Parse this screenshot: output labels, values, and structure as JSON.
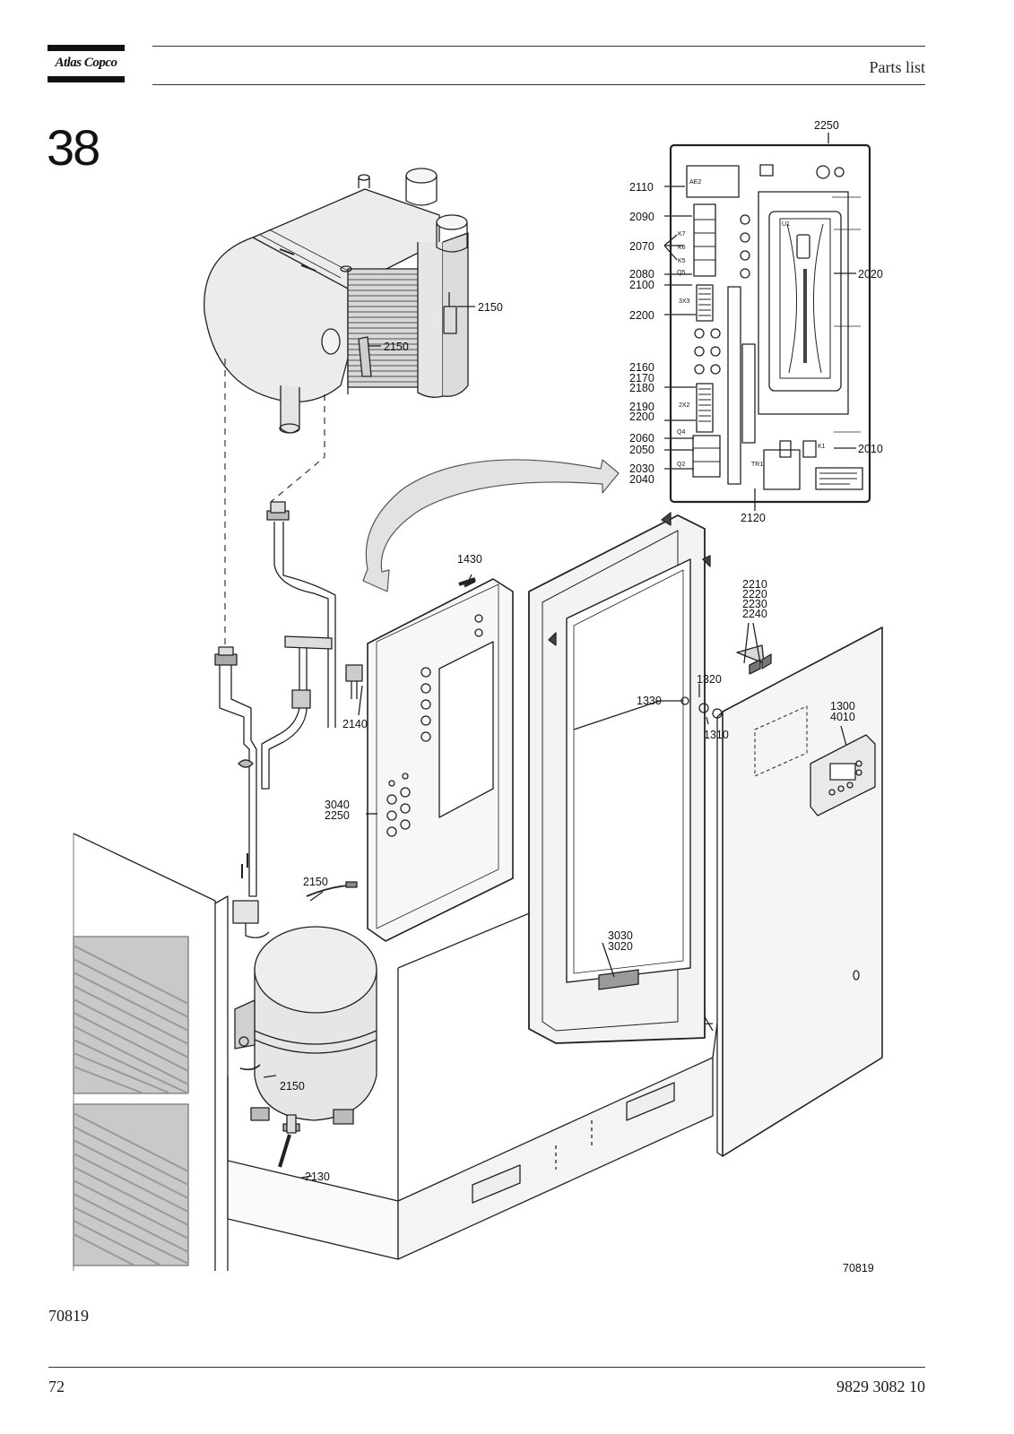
{
  "header": {
    "brand": "Atlas Copco",
    "title": "Parts list"
  },
  "section": {
    "number": "38"
  },
  "figure": {
    "id": "70819",
    "inset_id": "70819",
    "callouts": {
      "c2250_top": "2250",
      "c2110": "2110",
      "c2090": "2090",
      "c2070": "2070",
      "c2080": "2080",
      "c2100": "2100",
      "c2200_a": "2200",
      "c2160": "2160",
      "c2170": "2170",
      "c2180": "2180",
      "c2190": "2190",
      "c2200_b": "2200",
      "c2060": "2060",
      "c2050": "2050",
      "c2030": "2030",
      "c2040": "2040",
      "c2020": "2020",
      "c2010": "2010",
      "c2120": "2120",
      "c2150_a": "2150",
      "c2150_b": "2150",
      "c2150_c": "2150",
      "c2150_d": "2150",
      "c1430": "1430",
      "c2140": "2140",
      "c3040": "3040",
      "c2250_b": "2250",
      "c2210": "2210",
      "c2220": "2220",
      "c2230": "2230",
      "c2240": "2240",
      "c1320": "1320",
      "c1330": "1330",
      "c1310": "1310",
      "c1300": "1300",
      "c4010": "4010",
      "c3030": "3030",
      "c3020": "3020",
      "c2130": "2130"
    },
    "panel_labels": {
      "ae2": "AE2",
      "k7": "K7",
      "k6": "K6",
      "k5": "K5",
      "q5": "Q5",
      "x3": "3X3",
      "x2": "2X2",
      "q4": "Q4",
      "q2": "Q2",
      "u1": "U1",
      "tr1": "TR1",
      "k1": "K1"
    }
  },
  "footer": {
    "figure_ref": "70819",
    "page_number": "72",
    "document_number": "9829 3082 10"
  }
}
